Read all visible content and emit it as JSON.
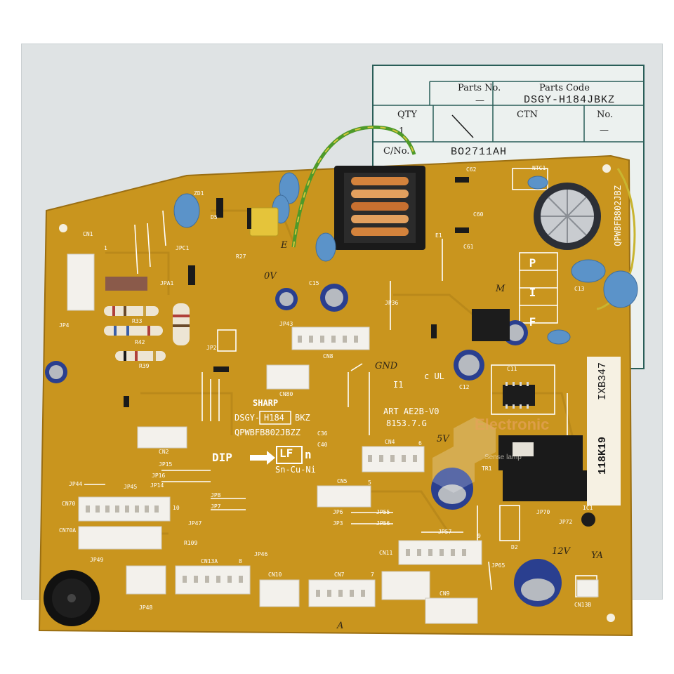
{
  "label": {
    "parts_no_header": "Parts No.",
    "parts_code_header": "Parts   Code",
    "parts_no_value": "—",
    "parts_code_value": "DSGY-H184JBKZ",
    "qty_header": "QTY",
    "qty_value": "1",
    "ctn_header": "CTN",
    "no_header": "No.",
    "no_value": "—",
    "ctn_no_header": "C/No.",
    "ctn_no_value": "BO2711AH"
  },
  "silkscreen": {
    "brand": "SHARP",
    "model_prefix": "DSGY-",
    "model_box": "H184",
    "model_suffix": "BKZ",
    "part_code": "QPWBFB802JBZZ",
    "art_code": "ART AE2B-V0",
    "date_code": "8153.7.G",
    "dip": "DIP",
    "lf_letters": "LF",
    "lf_n": "n",
    "alloy": "Sn-Cu-Ni",
    "ul_mark": "c UL",
    "i1": "I1",
    "pif": "P I F",
    "side_code": "QPWBFB802JBZ",
    "connectors": [
      "CN1",
      "CN2",
      "CN4",
      "CN5",
      "CN7",
      "CN8",
      "CN9",
      "CN10",
      "CN11",
      "CN13A",
      "CN13B",
      "CN70",
      "CN70A",
      "CN80"
    ],
    "jumpers": [
      "JPC1",
      "JPA1",
      "JP4",
      "JP2",
      "JP15",
      "JP16",
      "JP14",
      "JP46",
      "JP44",
      "JP45",
      "JP8",
      "JP7",
      "JP47",
      "JP6",
      "JP3",
      "JP55",
      "JP56",
      "JP57",
      "JP49",
      "JP48",
      "JP70",
      "JP72",
      "JP65",
      "JP36",
      "JP43"
    ],
    "resistors": [
      "R33",
      "R42",
      "R39",
      "R27",
      "R109"
    ],
    "capacitors": [
      "C15",
      "C60",
      "C61",
      "C62",
      "C11",
      "C12",
      "C36",
      "C40",
      "C13"
    ],
    "misc": [
      "NTC1",
      "TR1",
      "IC1",
      "D5",
      "D2",
      "E1",
      "ZD1"
    ],
    "pin_numbers": [
      "1",
      "5",
      "6",
      "7",
      "8",
      "9",
      "10"
    ]
  },
  "annotations": {
    "ov": "0V",
    "gnd": "GND",
    "five_v": "5V",
    "twelve_v": "12V",
    "ya": "YA",
    "m": "M",
    "e": "E",
    "a": "A"
  },
  "stamps": {
    "vertical_code_1": "IXB347",
    "vertical_code_2": "118K19"
  },
  "watermark": {
    "text_1": "Electronic",
    "text_2": "Sense lamp"
  },
  "colors": {
    "pcb": "#c9951e",
    "pcb_dark": "#a87a14",
    "silk": "#ffffff",
    "capacitor_blue": "#5b93c9",
    "electrolytic": "#2a3f8f",
    "connector": "#f3f1ec",
    "label_border": "#2a5e58"
  }
}
